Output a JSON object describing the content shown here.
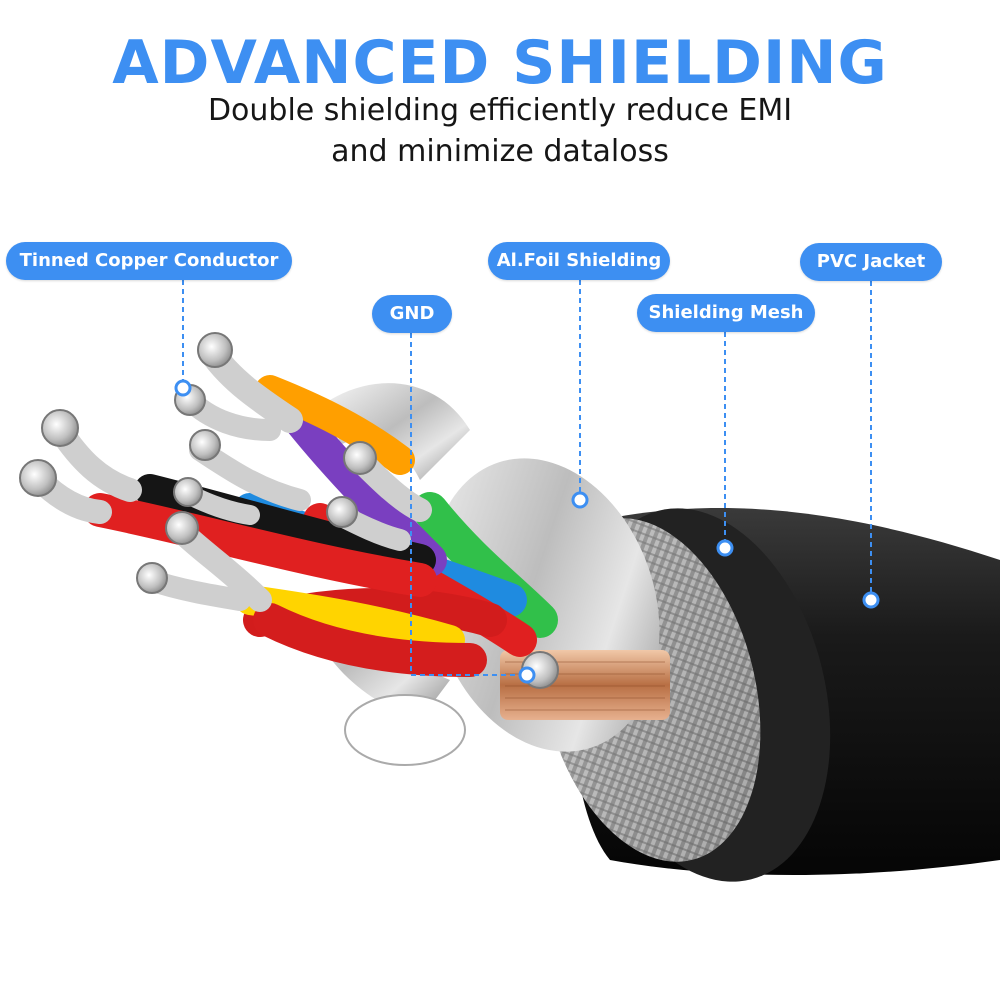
{
  "header": {
    "title": "ADVANCED SHIELDING",
    "subtitle_line1": "Double shielding efficiently reduce EMI",
    "subtitle_line2": "and minimize dataloss"
  },
  "callouts": {
    "tinned_copper": "Tinned Copper Conductor",
    "gnd": "GND",
    "al_foil": "Al.Foil Shielding",
    "shielding_mesh": "Shielding Mesh",
    "pvc_jacket": "PVC Jacket"
  },
  "colors": {
    "accent": "#3d8ff2",
    "jacket": "#1b1b1b",
    "foil": "#c9c9c9",
    "wire_colors": [
      "#7a3fc0",
      "#ff9f00",
      "#1f8be0",
      "#e02020",
      "#31c04a",
      "#ffd400",
      "#111111"
    ]
  },
  "icons": {
    "copper_strand": "copper-strand-icon",
    "callout_dot": "callout-dot-icon"
  }
}
